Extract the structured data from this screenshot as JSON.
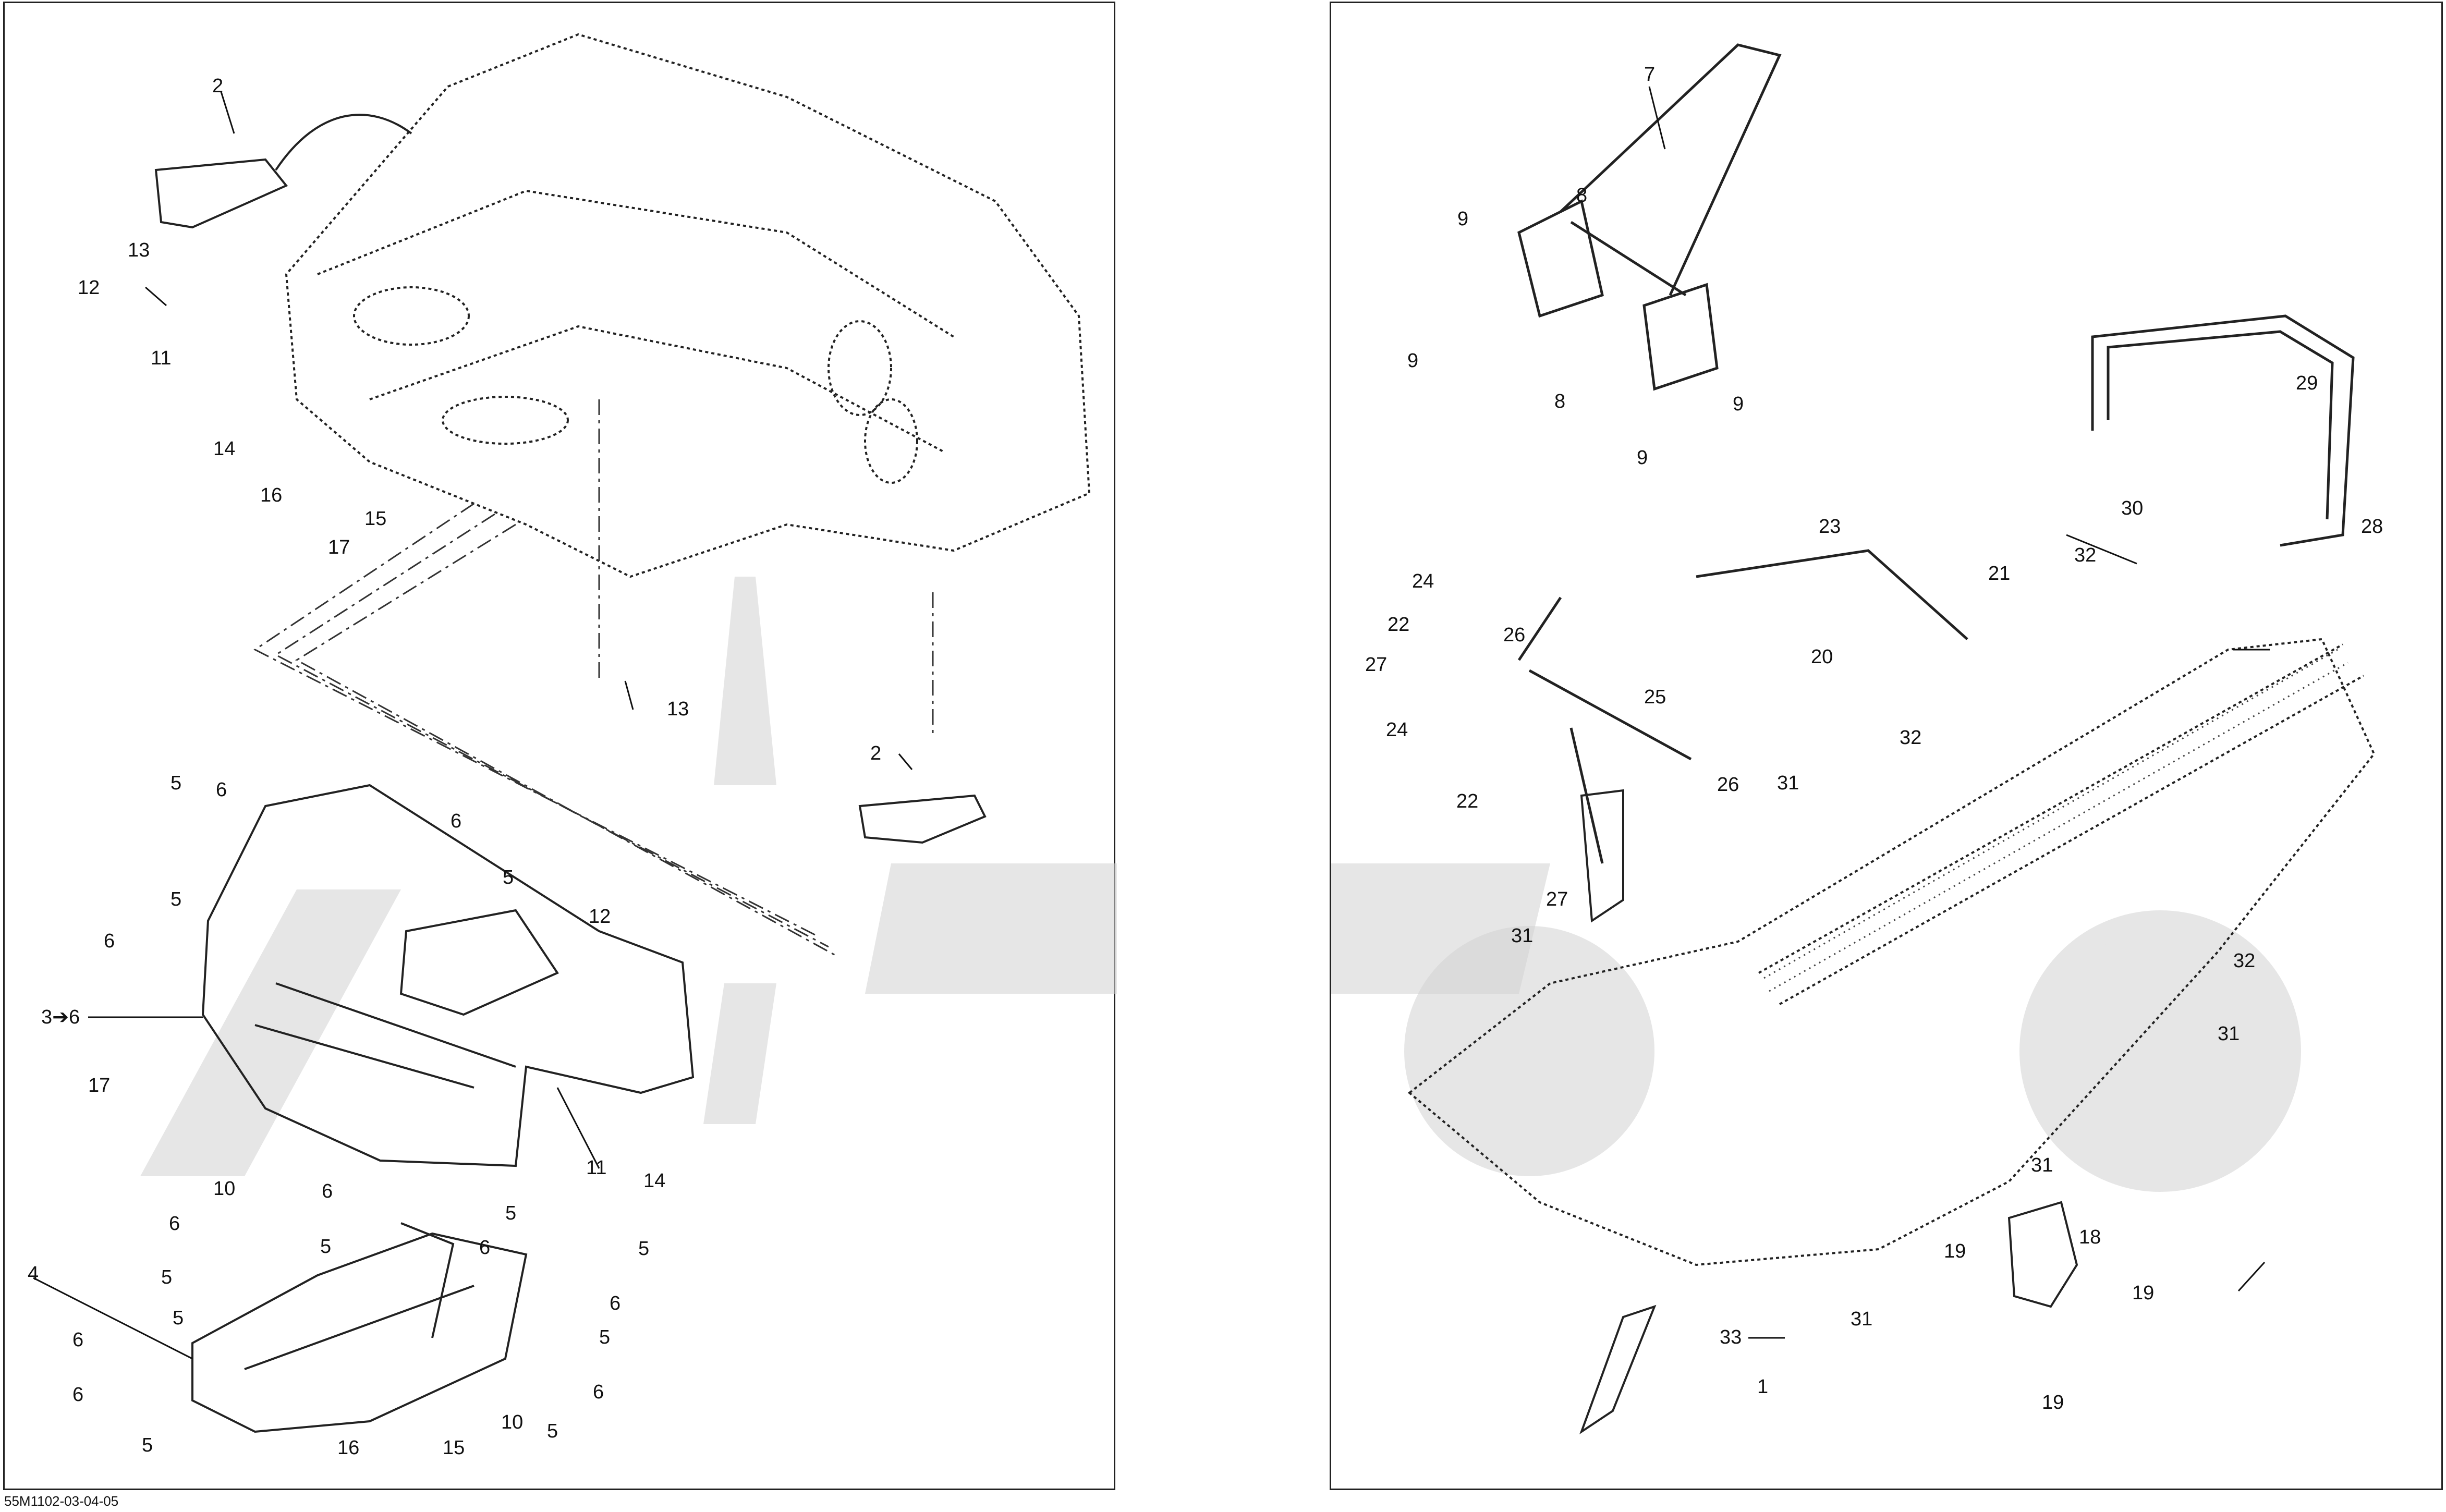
{
  "figure": {
    "code": "55M1102-03-04-05",
    "watermark_present": true
  },
  "left_panel": {
    "callouts": [
      "2",
      "13",
      "12",
      "11",
      "14",
      "16",
      "15",
      "17",
      "13",
      "2",
      "5",
      "6",
      "6",
      "5",
      "3➔6",
      "17",
      "6",
      "5",
      "12",
      "11",
      "14",
      "10",
      "6",
      "5",
      "6",
      "6",
      "5",
      "5",
      "6",
      "5",
      "4",
      "6",
      "5",
      "6",
      "5",
      "16",
      "15",
      "10",
      "5",
      "6",
      "5"
    ]
  },
  "right_panel": {
    "callouts": [
      "7",
      "8",
      "9",
      "9",
      "8",
      "9",
      "9",
      "29",
      "30",
      "28",
      "23",
      "21",
      "32",
      "24",
      "22",
      "26",
      "20",
      "27",
      "25",
      "24",
      "32",
      "31",
      "26",
      "22",
      "27",
      "31",
      "32",
      "31",
      "31",
      "18",
      "19",
      "19",
      "31",
      "33",
      "1",
      "19"
    ]
  },
  "icons": [
    "exploded-frame-drawing",
    "leader-line",
    "dashed-assembly-path"
  ]
}
